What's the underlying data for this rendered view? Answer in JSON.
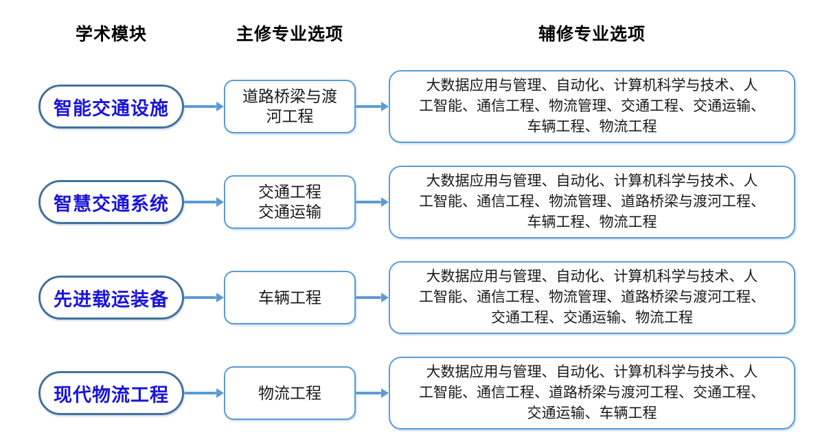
{
  "colors": {
    "pill_border": "#41719C",
    "pill_text": "#1A14DB",
    "arrow": "#5B9BD5",
    "box_border": "#5B9BD5",
    "text": "#1a1a1a",
    "bg": "#ffffff"
  },
  "headers": {
    "module": "学术模块",
    "major": "主修专业选项",
    "minor": "辅修专业选项"
  },
  "rows": [
    {
      "module": "智能交通设施",
      "major": "道路桥梁与渡\n河工程",
      "minor": "大数据应用与管理、自动化、计算机科学与技术、人\n工智能、通信工程、物流管理、交通工程、交通运输、\n车辆工程、物流工程"
    },
    {
      "module": "智慧交通系统",
      "major": "交通工程\n交通运输",
      "minor": "大数据应用与管理、自动化、计算机科学与技术、人\n工智能、通信工程、物流管理、道路桥梁与渡河工程、\n车辆工程、物流工程"
    },
    {
      "module": "先进载运装备",
      "major": "车辆工程",
      "minor": "大数据应用与管理、自动化、计算机科学与技术、人\n工智能、通信工程、物流管理、道路桥梁与渡河工程、\n交通工程、交通运输、物流工程"
    },
    {
      "module": "现代物流工程",
      "major": "物流工程",
      "minor": "大数据应用与管理、自动化、计算机科学与技术、人\n工智能、通信工程、道路桥梁与渡河工程、交通工程、\n交通运输、车辆工程"
    }
  ]
}
